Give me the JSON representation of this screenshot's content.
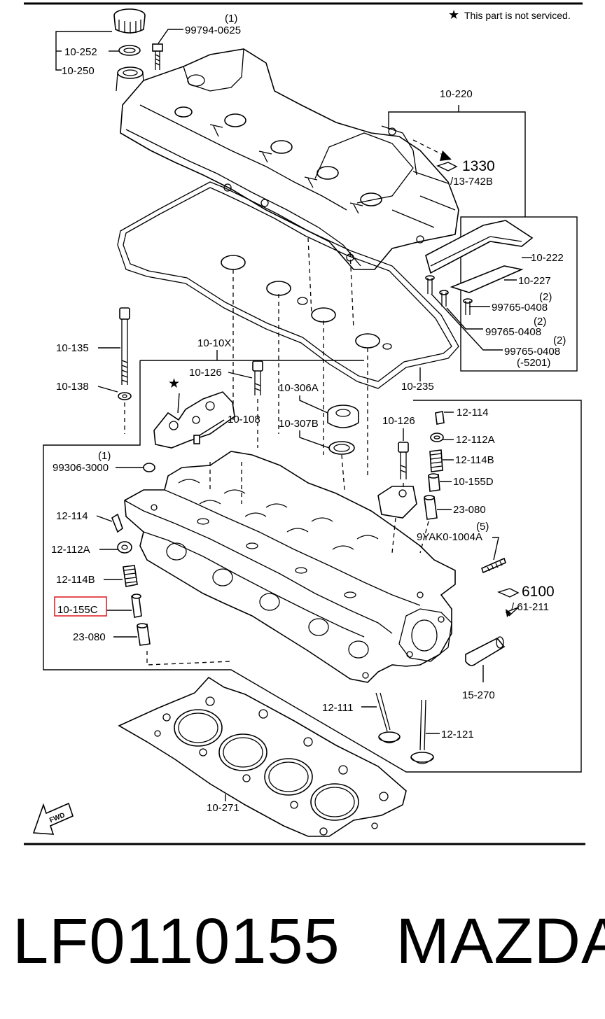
{
  "note": "This part is not serviced.",
  "star_symbol": "★",
  "labels": {
    "q1a": "(1)",
    "p99794": "99794-0625",
    "p10252": "10-252",
    "p10250": "10-250",
    "p10220": "10-220",
    "r1330": "1330",
    "r13742b": "/13-742B",
    "p10222": "10-222",
    "p10227": "10-227",
    "q2a": "(2)",
    "p99765a": "99765-0408",
    "q2b": "(2)",
    "p99765b": "99765-0408",
    "q2c": "(2)",
    "p99765c": "99765-0408",
    "s5201": "(-5201)",
    "p10135": "10-135",
    "p1010x": "10-10X",
    "p10235": "10-235",
    "p10138": "10-138",
    "p10126a": "10-126",
    "p10306a": "10-306A",
    "p10307b": "10-307B",
    "p10108": "10-108",
    "p10126b": "10-126",
    "p12114a": "12-114",
    "p12112a_r": "12-112A",
    "p12114b_r": "12-114B",
    "p10155d": "10-155D",
    "p23080_r": "23-080",
    "q5": "(5)",
    "p9yak0": "9YAK0-1004A",
    "q1b": "(1)",
    "p99306": "99306-3000",
    "p12114_l": "12-114",
    "p12112a_l": "12-112A",
    "p12114b_l": "12-114B",
    "p10155c": "10-155C",
    "p23080_l": "23-080",
    "r6100": "6100",
    "r61211": "/ 61-211",
    "p15270": "15-270",
    "p12111": "12-111",
    "p12121": "12-121",
    "p10271": "10-271",
    "fwd": "FWD"
  },
  "highlight_label": "10-155C",
  "highlight_color": "#e0242b",
  "footer": {
    "part_number": "LF0110155",
    "brand": "MAZDA"
  }
}
